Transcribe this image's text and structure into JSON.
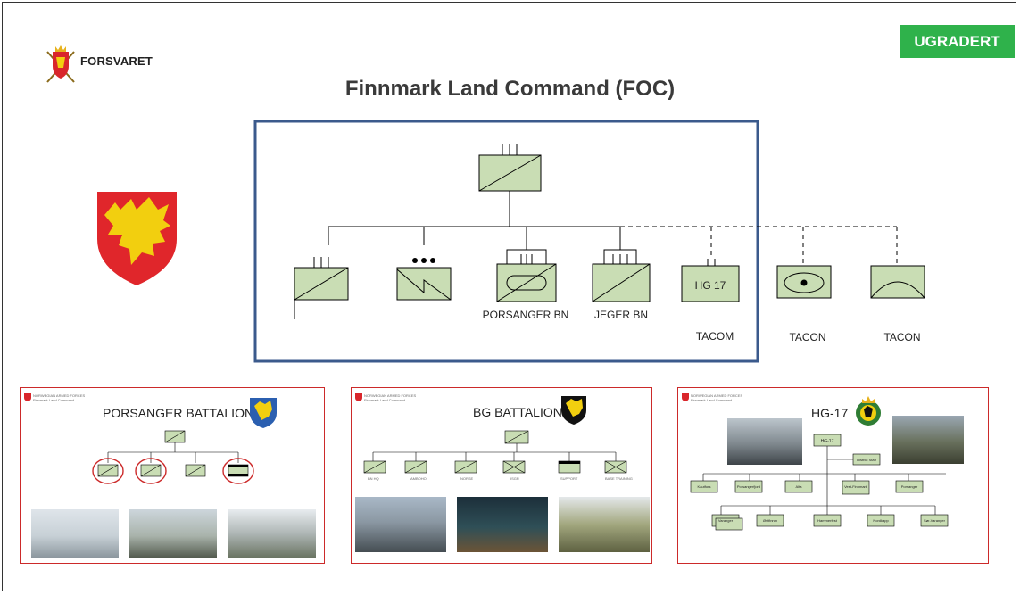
{
  "header": {
    "brand": "FORSVARET",
    "classification": "UGRADERT",
    "title": "Finnmark Land Command (FOC)"
  },
  "org_chart": {
    "labels": {
      "porsanger": "PORSANGER BN",
      "jeger": "JEGER BN",
      "hg": "HG 17",
      "tacom": "TACOM",
      "tacon1": "TACON",
      "tacon2": "TACON"
    }
  },
  "panels": {
    "porsanger": {
      "title": "PORSANGER BATTALION",
      "header_text": "NORWEGIAN ARMED FORCES",
      "sub_text": "Finnmark Land Command"
    },
    "bg": {
      "title": "BG BATTALION",
      "header_text": "NORWEGIAN ARMED FORCES",
      "sub_text": "Finnmark Land Command",
      "unit_labels": [
        "BN HQ",
        "AMBOHO",
        "NORSE",
        "ISGR",
        "SUPPORT",
        "BASE TRAINING"
      ]
    },
    "hg17": {
      "title": "HG-17",
      "header_text": "NORWEGIAN ARMED FORCES",
      "sub_text": "Finnmark Land Command",
      "top_box": "HG-17",
      "side_box": "District Staff",
      "row1": [
        "Kautfors",
        "Porsangerfjord",
        "Alta",
        "Vest-Finnmark",
        "Porsanger"
      ],
      "row2": [
        "Varanger",
        "Østfinnm",
        "Hammerfest",
        "Nordkapp",
        "Sør-Varanger"
      ]
    }
  },
  "colors": {
    "unit_fill": "#c9ddb4",
    "frame_blue": "#3b5a8c",
    "panel_red": "#cc2a2a",
    "badge_green": "#2fb24b",
    "shield_red": "#e0262b",
    "shield_yellow": "#f2cf0f"
  }
}
